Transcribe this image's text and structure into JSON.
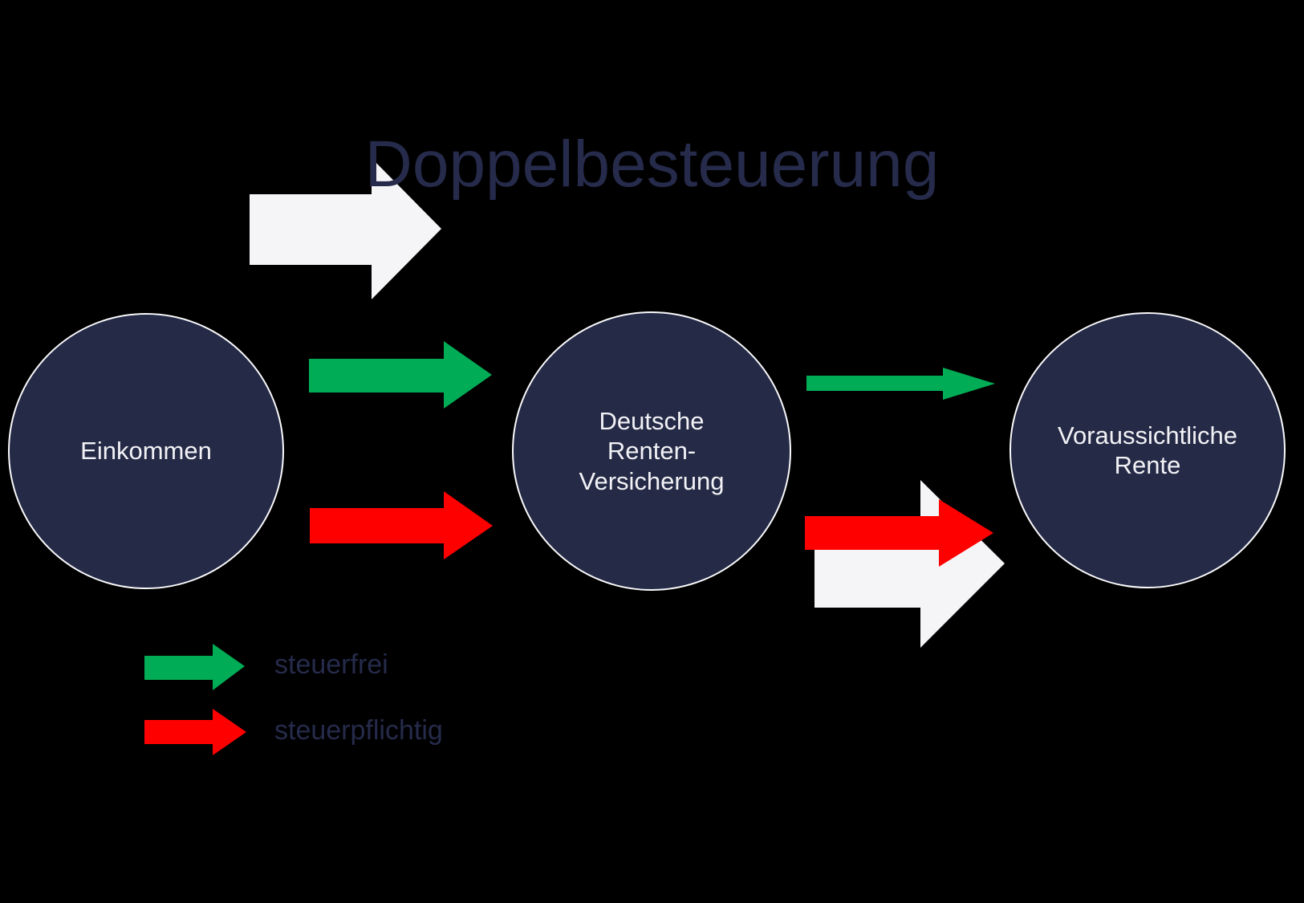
{
  "title": "Doppelbesteuerung",
  "nodes": {
    "einkommen": {
      "label": "Einkommen"
    },
    "rentenversicherung": {
      "label": "Deutsche\nRenten-\nVersicherung"
    },
    "rente": {
      "label": "Voraussichtliche\nRente"
    }
  },
  "legend": {
    "steuerfrei": {
      "label": "steuerfrei"
    },
    "steuerpflichtig": {
      "label": "steuerpflichtig"
    }
  },
  "colors": {
    "background": "#000000",
    "node_fill": "#252A47",
    "node_border": "#FAFAFC",
    "node_text": "#F2F2F5",
    "heading_text": "#262B4B",
    "green": "#00AC55",
    "red": "#FE0000",
    "white_arrow": "#F5F5F8"
  }
}
